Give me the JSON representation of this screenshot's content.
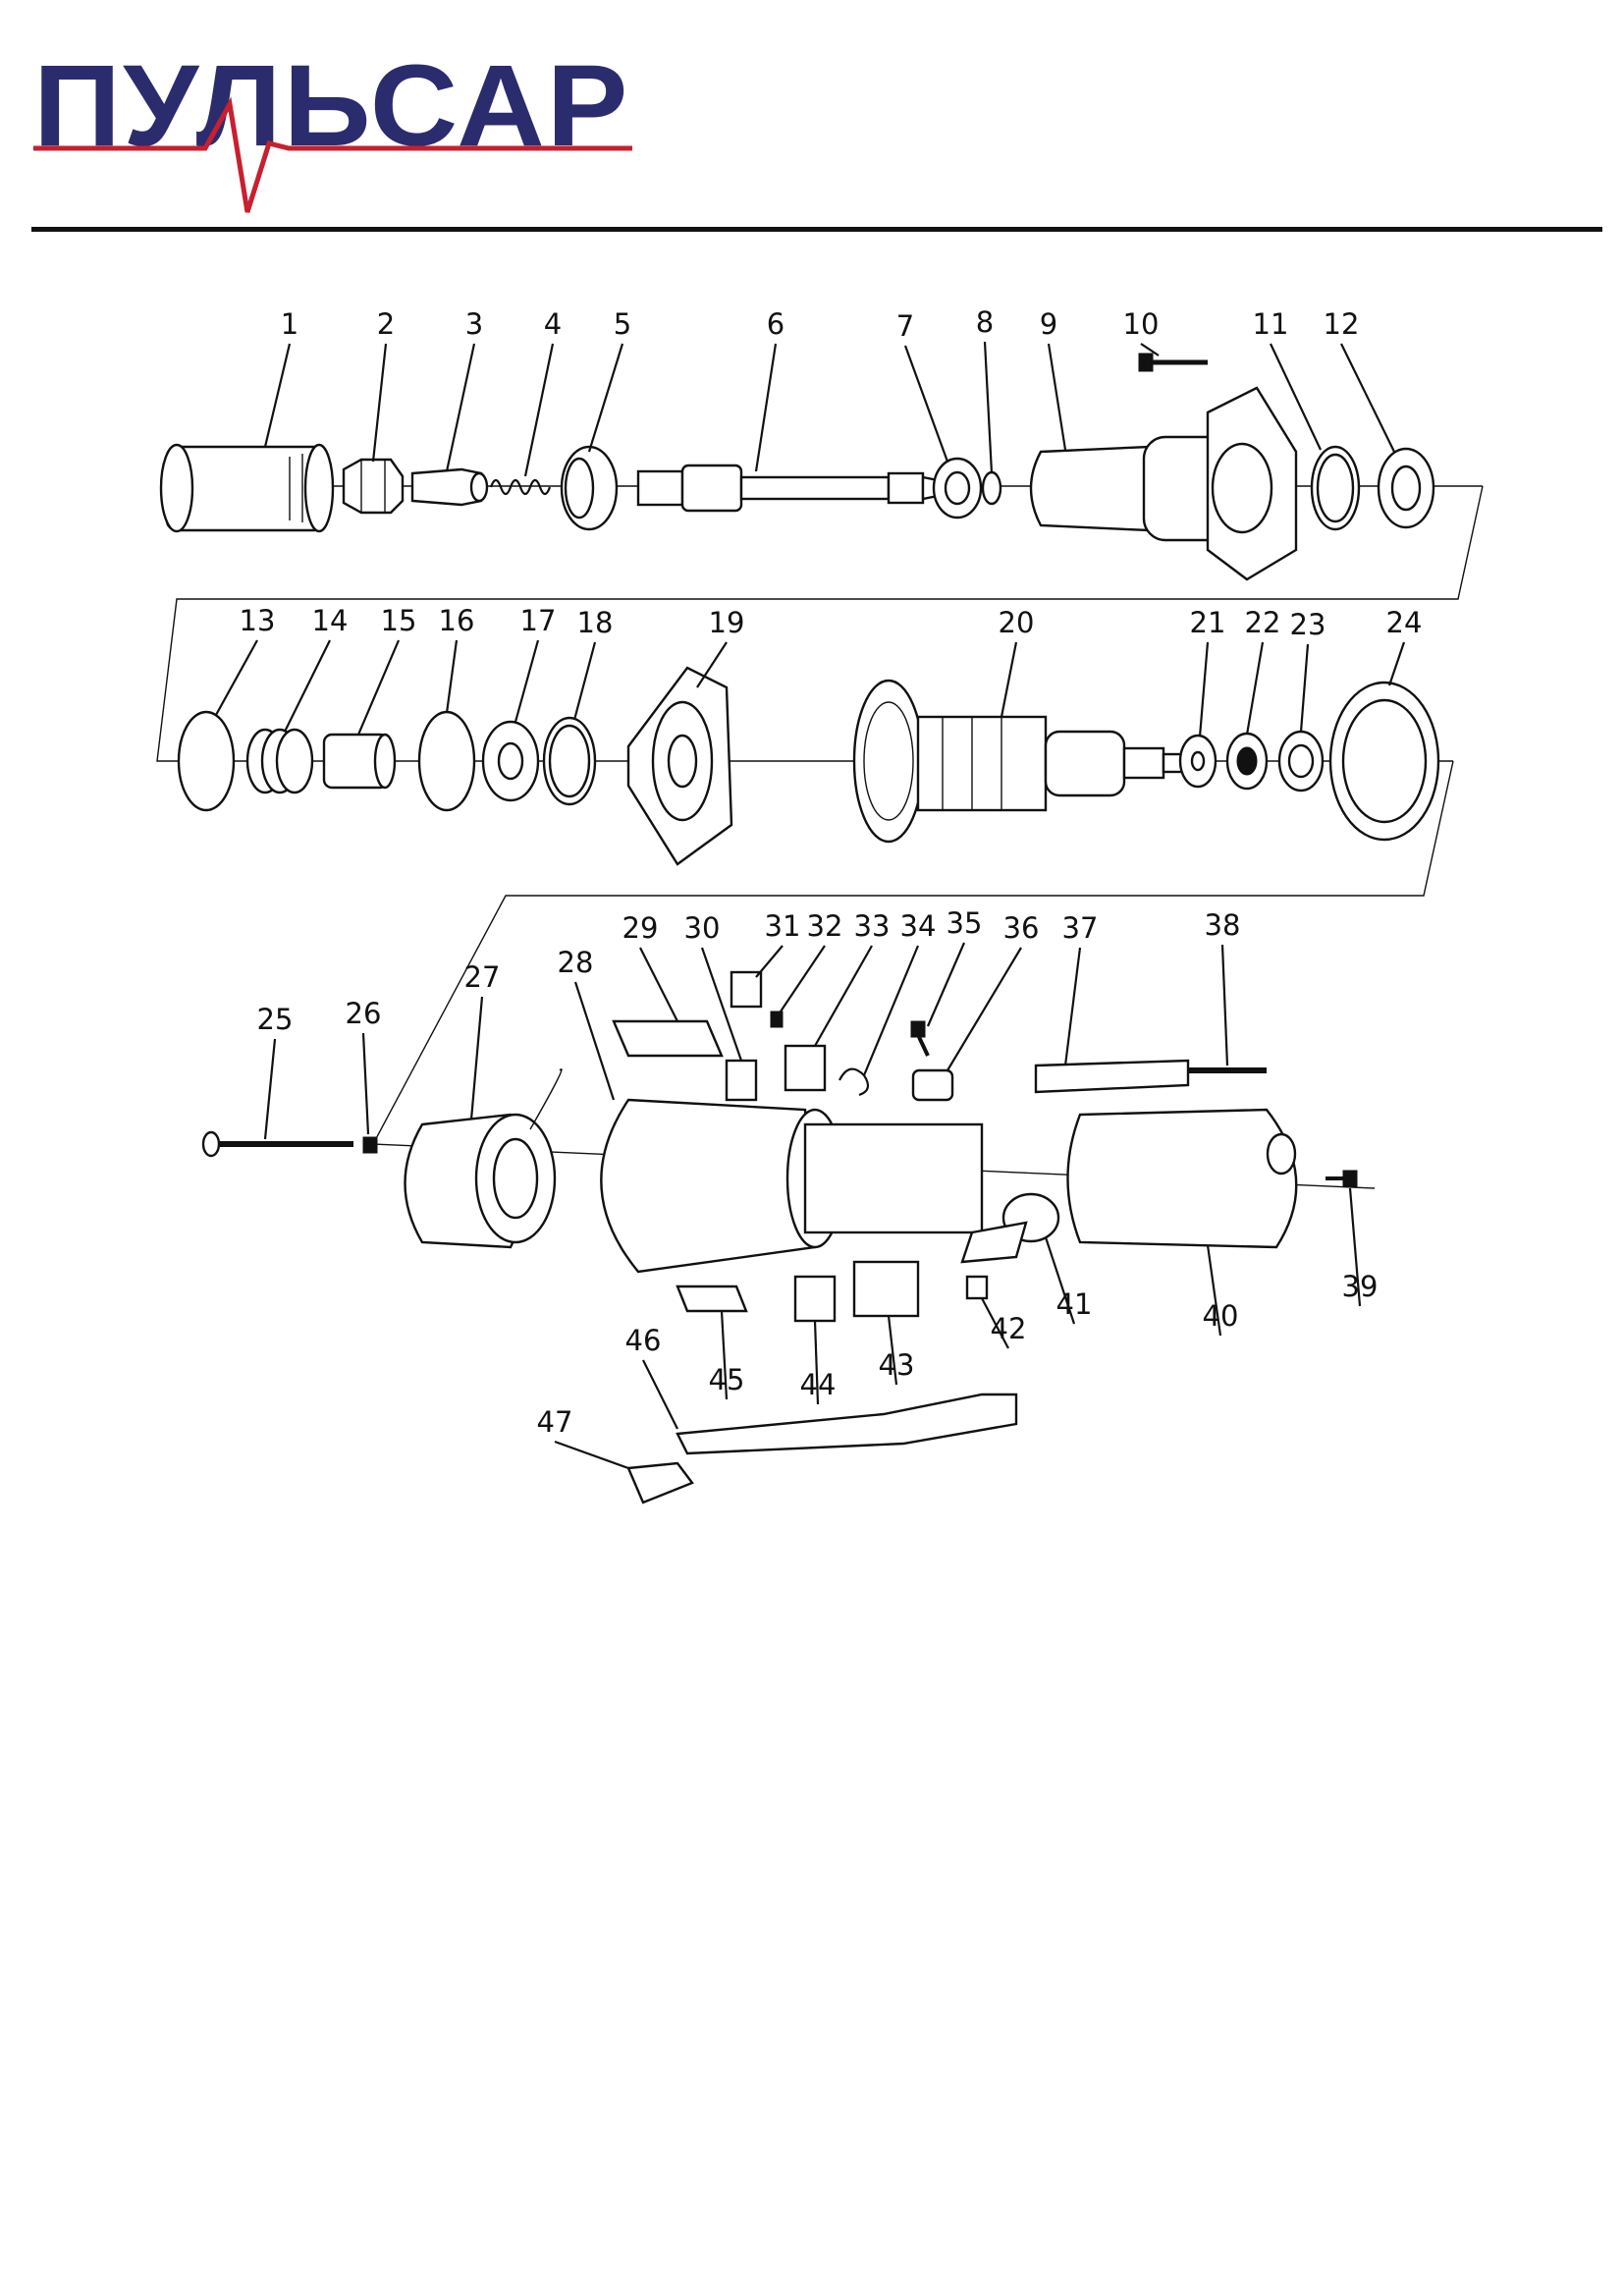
{
  "brand": {
    "name": "ПУЛЬСАР",
    "text_color": "#2b2c6e",
    "accent_color": "#c8202f"
  },
  "diagram": {
    "parts": [
      {
        "n": "1"
      },
      {
        "n": "2"
      },
      {
        "n": "3"
      },
      {
        "n": "4"
      },
      {
        "n": "5"
      },
      {
        "n": "6"
      },
      {
        "n": "7"
      },
      {
        "n": "8"
      },
      {
        "n": "9"
      },
      {
        "n": "10"
      },
      {
        "n": "11"
      },
      {
        "n": "12"
      },
      {
        "n": "13"
      },
      {
        "n": "14"
      },
      {
        "n": "15"
      },
      {
        "n": "16"
      },
      {
        "n": "17"
      },
      {
        "n": "18"
      },
      {
        "n": "19"
      },
      {
        "n": "20"
      },
      {
        "n": "21"
      },
      {
        "n": "22"
      },
      {
        "n": "23"
      },
      {
        "n": "24"
      },
      {
        "n": "25"
      },
      {
        "n": "26"
      },
      {
        "n": "27"
      },
      {
        "n": "28"
      },
      {
        "n": "29"
      },
      {
        "n": "30"
      },
      {
        "n": "31"
      },
      {
        "n": "32"
      },
      {
        "n": "33"
      },
      {
        "n": "34"
      },
      {
        "n": "35"
      },
      {
        "n": "36"
      },
      {
        "n": "37"
      },
      {
        "n": "38"
      },
      {
        "n": "39"
      },
      {
        "n": "40"
      },
      {
        "n": "41"
      },
      {
        "n": "42"
      },
      {
        "n": "43"
      },
      {
        "n": "44"
      },
      {
        "n": "45"
      },
      {
        "n": "46"
      },
      {
        "n": "47"
      }
    ]
  }
}
